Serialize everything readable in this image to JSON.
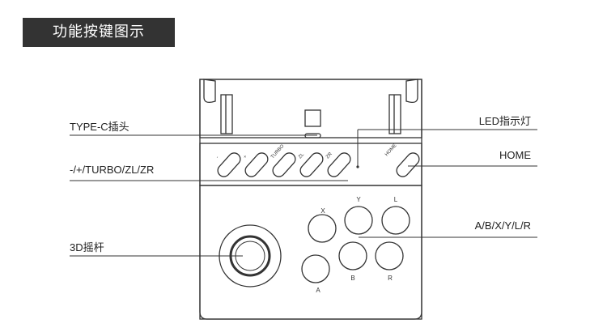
{
  "header": {
    "title": "功能按键图示"
  },
  "callouts": {
    "type_c": "TYPE-C插头",
    "funcs": "-/+/TURBO/ZL/ZR",
    "joystick": "3D摇杆",
    "led": "LED指示灯",
    "home": "HOME",
    "face": "A/B/X/Y/L/R"
  },
  "buttons": {
    "minus": "-",
    "plus": "+",
    "turbo": "TURBO",
    "zl": "ZL",
    "zr": "ZR",
    "home": "HOME",
    "x": "X",
    "y": "Y",
    "l": "L",
    "a": "A",
    "b": "B",
    "r": "R"
  },
  "colors": {
    "line": "#333333",
    "title_bg": "#333333",
    "title_text": "#ffffff"
  }
}
